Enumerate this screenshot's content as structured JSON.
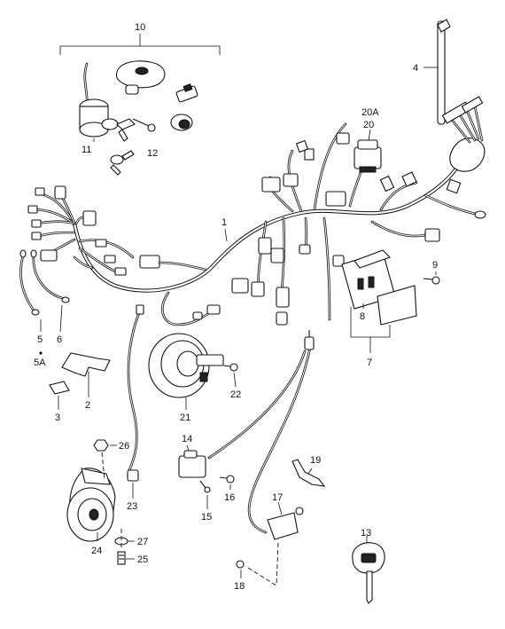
{
  "callouts": [
    {
      "id": "c10",
      "text": "10"
    },
    {
      "id": "c11",
      "text": "11"
    },
    {
      "id": "c12",
      "text": "12"
    },
    {
      "id": "c4",
      "text": "4"
    },
    {
      "id": "c20a",
      "text": "20A"
    },
    {
      "id": "c20",
      "text": "20"
    },
    {
      "id": "c1",
      "text": "1"
    },
    {
      "id": "c9",
      "text": "9"
    },
    {
      "id": "c8",
      "text": "8"
    },
    {
      "id": "c7",
      "text": "7"
    },
    {
      "id": "c5",
      "text": "5"
    },
    {
      "id": "c5a",
      "text": "5A"
    },
    {
      "id": "c6",
      "text": "6"
    },
    {
      "id": "c2",
      "text": "2"
    },
    {
      "id": "c3",
      "text": "3"
    },
    {
      "id": "c22",
      "text": "22"
    },
    {
      "id": "c21",
      "text": "21"
    },
    {
      "id": "c26",
      "text": "26"
    },
    {
      "id": "c14",
      "text": "14"
    },
    {
      "id": "c19",
      "text": "19"
    },
    {
      "id": "c16",
      "text": "16"
    },
    {
      "id": "c15",
      "text": "15"
    },
    {
      "id": "c23",
      "text": "23"
    },
    {
      "id": "c17",
      "text": "17"
    },
    {
      "id": "c13",
      "text": "13"
    },
    {
      "id": "c24",
      "text": "24"
    },
    {
      "id": "c27",
      "text": "27"
    },
    {
      "id": "c25",
      "text": "25"
    },
    {
      "id": "c18",
      "text": "18"
    }
  ]
}
